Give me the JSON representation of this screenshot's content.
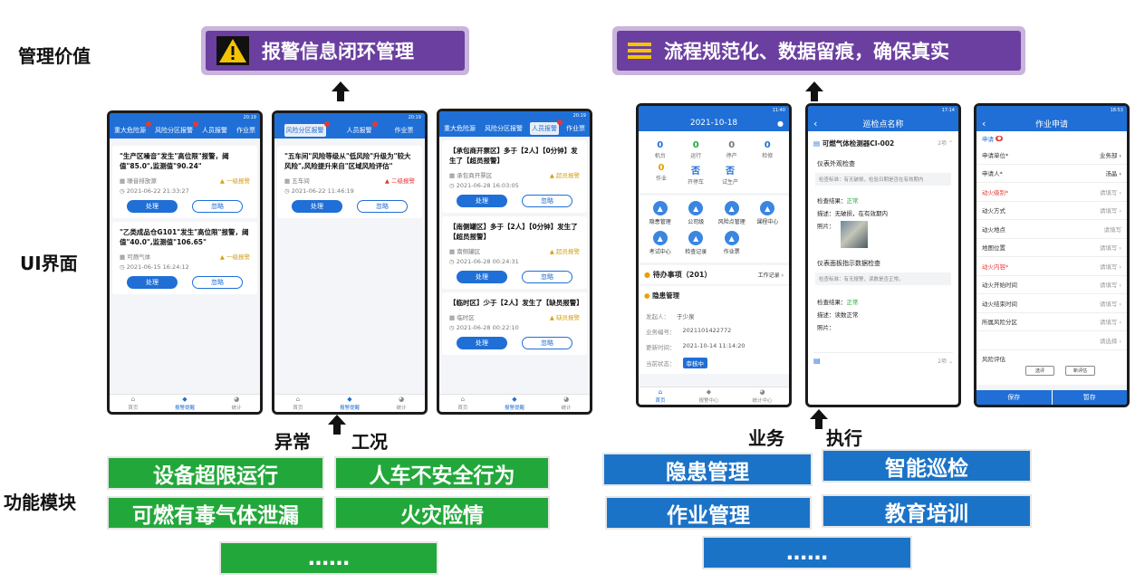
{
  "labels": {
    "mgmt_value": "管理价值",
    "ui": "UI界面",
    "modules": "功能模块"
  },
  "banners": {
    "left": "报警信息闭环管理",
    "right": "流程规范化、数据留痕，确保真实"
  },
  "mid_labels": {
    "left_a": "异常",
    "left_b": "工况",
    "right_a": "业务",
    "right_b": "执行"
  },
  "left_modules": [
    "设备超限运行",
    "人车不安全行为",
    "可燃有毒气体泄漏",
    "火灾险情",
    "……"
  ],
  "right_modules": [
    "隐患管理",
    "智能巡检",
    "作业管理",
    "教育培训",
    "……"
  ],
  "phone1": {
    "status": "20:19",
    "tabs": [
      "重大危险源",
      "风险分区报警",
      "人员报警",
      "作业票"
    ],
    "cards": [
      {
        "title": "\"生产区噪音\"发生\"高位限\"报警，阈值\"85.0\",监测值\"90.24\"",
        "source": "噪音排放源",
        "level": "一级报警",
        "time": "2021-06-22 21:33:27"
      },
      {
        "title": "\"乙类成品仓G101\"发生\"高位限\"报警，阈值\"40.0\",监测值\"106.65\"",
        "source": "可燃气体",
        "level": "一级报警",
        "time": "2021-06-15 16:24:12"
      }
    ],
    "btn_handle": "处理",
    "btn_ignore": "忽略",
    "nav": [
      "首页",
      "报警提醒",
      "统计"
    ]
  },
  "phone2": {
    "status": "20:19",
    "tabs": [
      "风险分区报警",
      "人员报警",
      "作业票"
    ],
    "cards": [
      {
        "title": "\"五车间\"风险等级从\"低风险\"升级为\"较大风险\",风险提升来自\"区域风险评估\"",
        "source": "五车间",
        "level": "二级报警",
        "time": "2021-06-22 11:46:19"
      }
    ],
    "btn_handle": "处理",
    "btn_ignore": "忽略",
    "nav": [
      "首页",
      "报警提醒",
      "统计"
    ]
  },
  "phone3": {
    "status": "20:19",
    "tabs": [
      "重大危险源",
      "风险分区报警",
      "人员报警",
      "作业票"
    ],
    "cards": [
      {
        "title": "【承包商开票区】多于【2人】【0分钟】发生了【超员报警】",
        "source": "承包商开票区",
        "level": "超员报警",
        "time": "2021-06-28 16:03:05"
      },
      {
        "title": "【南侧罐区】多于【2人】【0分钟】发生了【超员报警】",
        "source": "南侧罐区",
        "level": "超员报警",
        "time": "2021-06-28 00:24:31"
      },
      {
        "title": "【临时区】少于【2人】发生了【缺员报警】",
        "source": "临时区",
        "level": "缺员报警",
        "time": "2021-06-28 00:22:10"
      }
    ],
    "btn_handle": "处理",
    "btn_ignore": "忽略",
    "nav": [
      "首页",
      "报警提醒",
      "统计"
    ]
  },
  "phone4": {
    "status": "11:40",
    "date": "2021-10-18",
    "stats": [
      {
        "num": "0",
        "lab": "机台",
        "color": "#1f6fd6"
      },
      {
        "num": "0",
        "lab": "运行",
        "color": "#22a83a"
      },
      {
        "num": "0",
        "lab": "停产",
        "color": "#777777"
      },
      {
        "num": "0",
        "lab": "检修",
        "color": "#1f6fd6"
      },
      {
        "num": "0",
        "lab": "作业",
        "color": "#e8a000"
      },
      {
        "num": "否",
        "lab": "开停车",
        "color": "#1f6fd6"
      },
      {
        "num": "否",
        "lab": "试生产",
        "color": "#1f6fd6"
      }
    ],
    "icons": [
      "隐患管理",
      "公司级",
      "风险点管理",
      "课程中心",
      "考试中心",
      "检查记录",
      "作业票"
    ],
    "todo_title": "待办事项（201）",
    "todo_link": "工作记录",
    "section": "隐患管理",
    "fields": [
      {
        "k": "发起人：",
        "v": "于少泉"
      },
      {
        "k": "业务编号：",
        "v": "2021101422772"
      },
      {
        "k": "更新时间：",
        "v": "2021-10-14 11:14:20"
      }
    ],
    "state_k": "当前状态：",
    "state_v": "审核中",
    "nav": [
      "首页",
      "报警中心",
      "统计中心"
    ]
  },
  "phone5": {
    "status": "17:14",
    "title": "巡检点名称",
    "device": "可燃气体检测器CI-002",
    "device_count": "2项",
    "item1": "仪表外观检查",
    "item1_std": "检查标准：有无破损，检验日期是否在有效期内",
    "result1_k": "检查结果：",
    "result1_v": "正常",
    "desc1_k": "描述：",
    "desc1_v": "无破损，在有效期内",
    "photo_k": "照片：",
    "item2": "仪表面板指示数据检查",
    "item2_std": "检查标准：有无报警，读数是否正常。",
    "result2_k": "检查结果：",
    "result2_v": "正常",
    "desc2_k": "描述：",
    "desc2_v": "读数正常",
    "photo2_k": "照片：",
    "footer_count": "2项"
  },
  "phone6": {
    "status": "18:53",
    "title": "作业申请",
    "tab": "申请",
    "rows": [
      {
        "k": "申请单位*",
        "v": "业务部",
        "req": false,
        "dark": true
      },
      {
        "k": "申请人*",
        "v": "汤晶",
        "req": false,
        "dark": true
      },
      {
        "k": "动火级别*",
        "v": "请填写",
        "req": true,
        "dark": false
      },
      {
        "k": "动火方式",
        "v": "请填写",
        "req": false,
        "dark": false
      },
      {
        "k": "动火地点",
        "v": "请填写",
        "req": false,
        "dark": false
      },
      {
        "k": "地图位置",
        "v": "请填写",
        "req": false,
        "dark": false
      },
      {
        "k": "动火内容*",
        "v": "请填写",
        "req": true,
        "dark": false
      },
      {
        "k": "动火开始时间",
        "v": "请填写",
        "req": false,
        "dark": false
      },
      {
        "k": "动火结束时间",
        "v": "请填写",
        "req": false,
        "dark": false
      },
      {
        "k": "所属风险分区",
        "v": "请填写",
        "req": false,
        "dark": false
      },
      {
        "k": "",
        "v": "请选择",
        "req": false,
        "dark": false
      }
    ],
    "risk_eval": "风险评估",
    "btn_a": "选评",
    "btn_b": "新评估",
    "save": "保存",
    "draft": "暂存"
  }
}
